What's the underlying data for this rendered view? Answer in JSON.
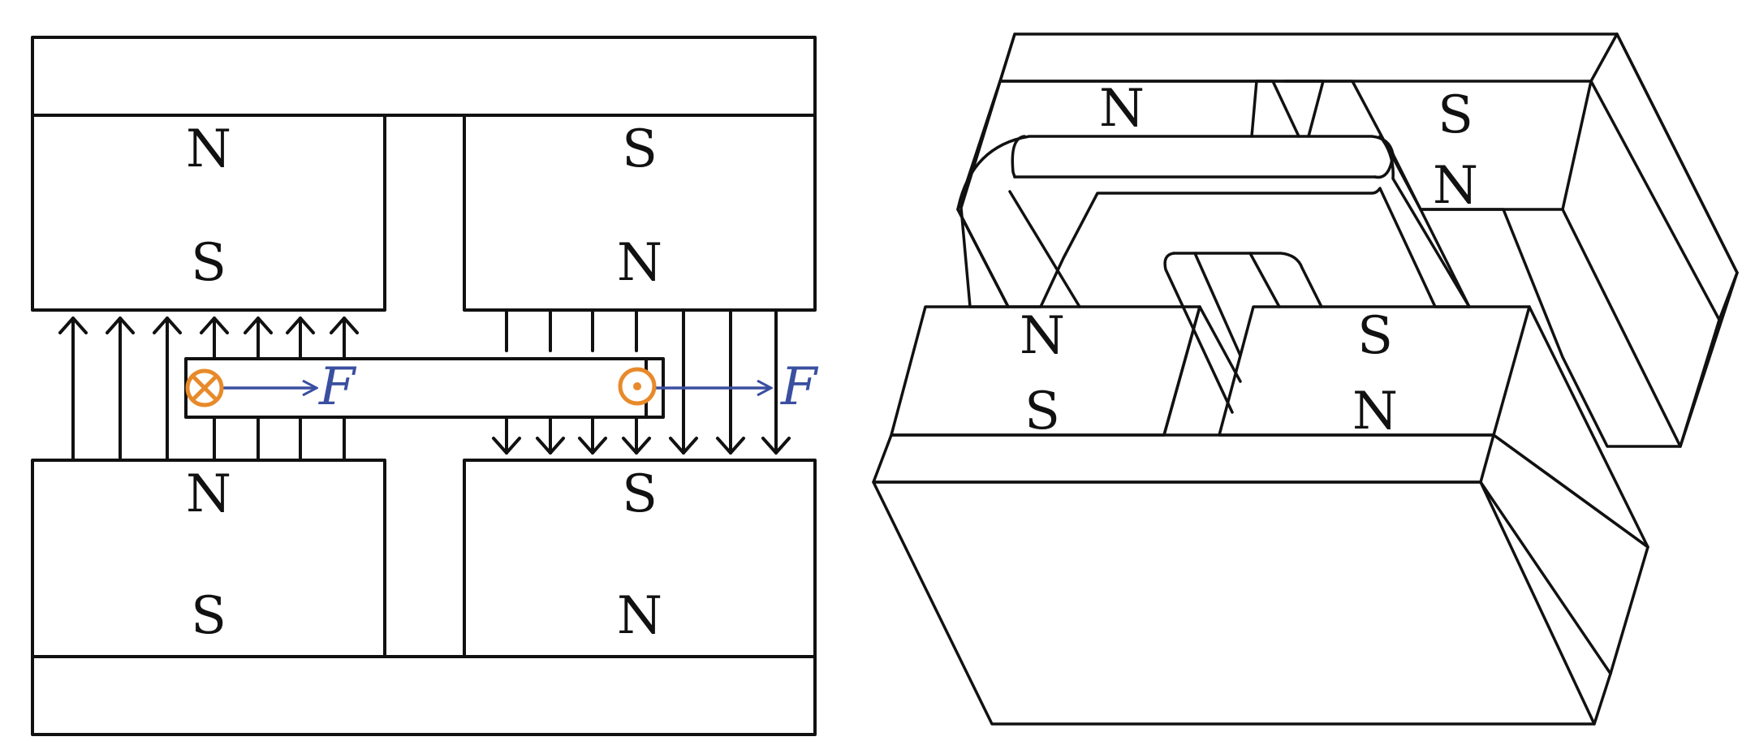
{
  "colors": {
    "stroke": "#111111",
    "force": "#3a4fa0",
    "current": "#e88a2a",
    "background": "#ffffff"
  },
  "left_view": {
    "top_left_magnet": {
      "upper": "N",
      "lower": "S"
    },
    "top_right_magnet": {
      "upper": "S",
      "lower": "N"
    },
    "bottom_left_magnet": {
      "upper": "N",
      "lower": "S"
    },
    "bottom_right_magnet": {
      "upper": "S",
      "lower": "N"
    },
    "force_label_left": "F",
    "force_label_right": "F",
    "current_into_page_icon": "cross-circle-icon",
    "current_out_of_page_icon": "dot-circle-icon"
  },
  "right_view": {
    "top_left_pole": "N",
    "top_right_upper_pole": "S",
    "top_right_lower_pole": "N",
    "front_left_upper_pole": "N",
    "front_left_lower_pole": "S",
    "front_right_upper_pole": "S",
    "front_right_lower_pole": "N"
  }
}
